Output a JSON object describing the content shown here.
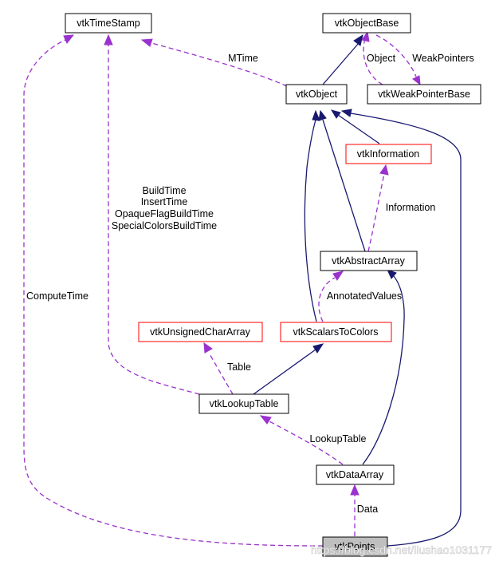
{
  "nodes": {
    "vtkTimeStamp": "vtkTimeStamp",
    "vtkObjectBase": "vtkObjectBase",
    "vtkObject": "vtkObject",
    "vtkWeakPointerBase": "vtkWeakPointerBase",
    "vtkInformation": "vtkInformation",
    "vtkAbstractArray": "vtkAbstractArray",
    "vtkUnsignedCharArray": "vtkUnsignedCharArray",
    "vtkScalarsToColors": "vtkScalarsToColors",
    "vtkLookupTable": "vtkLookupTable",
    "vtkDataArray": "vtkDataArray",
    "vtkPoints": "vtkPoints"
  },
  "edge_labels": {
    "mtime": "MTime",
    "object": "Object",
    "weak_pointers": "WeakPointers",
    "build_time": "BuildTime",
    "insert_time": "InsertTime",
    "opaque_flag_build_time": "OpaqueFlagBuildTime",
    "special_colors_build_time": "SpecialColorsBuildTime",
    "information": "Information",
    "compute_time": "ComputeTime",
    "annotated_values": "AnnotatedValues",
    "table": "Table",
    "lookup_table": "LookupTable",
    "data": "Data"
  },
  "watermark": "https://blog.csdn.net/liushao1031177",
  "colors": {
    "inheritance_edge": "#191970",
    "member_edge": "#9a32cd",
    "undocumented_border": "#ff0000",
    "focus_node_fill": "#bfbfbf"
  }
}
